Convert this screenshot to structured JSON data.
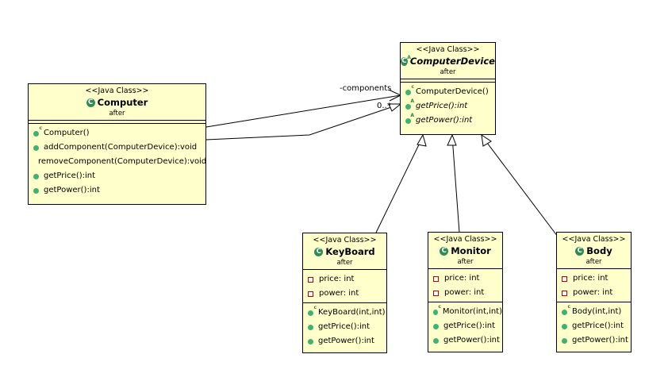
{
  "classes": {
    "computer": {
      "stereotype": "<<Java Class>>",
      "name": "Computer",
      "package": "after",
      "icon": "class-icon",
      "attributes": [],
      "operations": [
        {
          "text": "Computer()",
          "kind": "constructor"
        },
        {
          "text": "addComponent(ComputerDevice):void",
          "kind": "public"
        },
        {
          "text": "removeComponent(ComputerDevice):void",
          "kind": "public"
        },
        {
          "text": "getPrice():int",
          "kind": "public"
        },
        {
          "text": "getPower():int",
          "kind": "public"
        }
      ]
    },
    "computer_device": {
      "stereotype": "<<Java Class>>",
      "name": "ComputerDevice",
      "package": "after",
      "icon": "abstract-class-icon",
      "attributes": [],
      "operations": [
        {
          "text": "ComputerDevice()",
          "kind": "constructor"
        },
        {
          "text": "getPrice():int",
          "kind": "abstract"
        },
        {
          "text": "getPower():int",
          "kind": "abstract"
        }
      ]
    },
    "keyboard": {
      "stereotype": "<<Java Class>>",
      "name": "KeyBoard",
      "package": "after",
      "icon": "class-icon",
      "attributes": [
        {
          "text": "price: int",
          "kind": "private"
        },
        {
          "text": "power: int",
          "kind": "private"
        }
      ],
      "operations": [
        {
          "text": "KeyBoard(int,int)",
          "kind": "constructor"
        },
        {
          "text": "getPrice():int",
          "kind": "public"
        },
        {
          "text": "getPower():int",
          "kind": "public"
        }
      ]
    },
    "monitor": {
      "stereotype": "<<Java Class>>",
      "name": "Monitor",
      "package": "after",
      "icon": "class-icon",
      "attributes": [
        {
          "text": "price: int",
          "kind": "private"
        },
        {
          "text": "power: int",
          "kind": "private"
        }
      ],
      "operations": [
        {
          "text": "Monitor(int,int)",
          "kind": "constructor"
        },
        {
          "text": "getPrice():int",
          "kind": "public"
        },
        {
          "text": "getPower():int",
          "kind": "public"
        }
      ]
    },
    "body": {
      "stereotype": "<<Java Class>>",
      "name": "Body",
      "package": "after",
      "icon": "class-icon",
      "attributes": [
        {
          "text": "price: int",
          "kind": "private"
        },
        {
          "text": "power: int",
          "kind": "private"
        }
      ],
      "operations": [
        {
          "text": "Body(int,int)",
          "kind": "constructor"
        },
        {
          "text": "getPrice():int",
          "kind": "public"
        },
        {
          "text": "getPower():int",
          "kind": "public"
        }
      ]
    }
  },
  "relations": {
    "association_role": "-components",
    "association_multiplicity": "0..*"
  },
  "colors": {
    "class_fill": "#ffffcc",
    "icon_green": "#2e8b57",
    "private_red": "#c00000"
  }
}
